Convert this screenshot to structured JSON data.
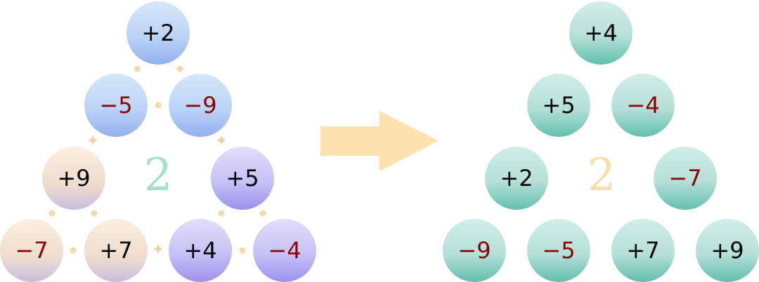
{
  "left_triangle": {
    "center_label": "2",
    "nodes": [
      "+2",
      "−5",
      "−9",
      "+9",
      "+5",
      "−7",
      "+7",
      "+4",
      "−4"
    ]
  },
  "right_triangle": {
    "center_label": "2",
    "nodes": [
      "+4",
      "+5",
      "−4",
      "+2",
      "−7",
      "−9",
      "−5",
      "+7",
      "+9"
    ]
  },
  "colors": {
    "positive_text": "#000000",
    "negative_text": "#8b0000",
    "arrow": "#fde2b0",
    "connector": "#f7d9a8"
  },
  "icons": [
    "arrow-right-icon",
    "sparkle-icon"
  ]
}
